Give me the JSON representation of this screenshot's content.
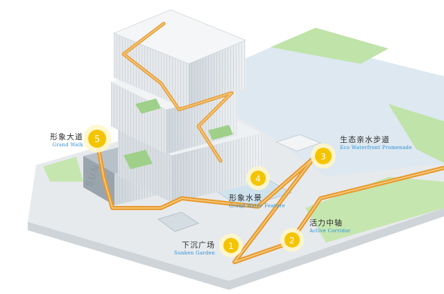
{
  "diagram": {
    "stops": [
      {
        "num": "1",
        "cn": "下沉广场",
        "en": "Sunken Garden"
      },
      {
        "num": "2",
        "cn": "活力中轴",
        "en": "Active Corridor"
      },
      {
        "num": "3",
        "cn": "生态亲水步道",
        "en": "Eco Waterfront Promenade"
      },
      {
        "num": "4",
        "cn": "形象水景",
        "en": "Grand Water Feature"
      },
      {
        "num": "5",
        "cn": "形象大道",
        "en": "Grand Walk"
      }
    ],
    "building_sign": "SUN",
    "colors": {
      "marker": "#f5c400",
      "marker_ring": "#fff6c8",
      "path": "#e89a2e",
      "water": "#dde8f0",
      "lawn": "#bfe3a8",
      "label_en": "#2b8fd6"
    }
  }
}
